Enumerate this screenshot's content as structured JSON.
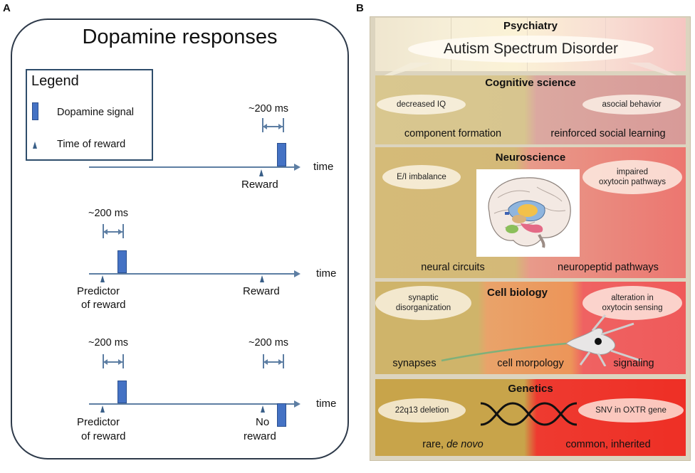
{
  "panel_a": {
    "letter": "A",
    "title": "Dopamine responses",
    "legend": {
      "title": "Legend",
      "signal_label": "Dopamine signal",
      "reward_label": "Time of reward"
    },
    "row1": {
      "delay": "~200 ms",
      "reward": "Reward",
      "axis": "time"
    },
    "row2": {
      "delay": "~200 ms",
      "predictor_line1": "Predictor",
      "predictor_line2": "of reward",
      "reward": "Reward",
      "axis": "time"
    },
    "row3": {
      "delay_left": "~200 ms",
      "delay_right": "~200 ms",
      "predictor_line1": "Predictor",
      "predictor_line2": "of reward",
      "no_reward_line1": "No",
      "no_reward_line2": "reward",
      "axis": "time"
    },
    "colors": {
      "signal": "#4472c4",
      "frame": "#2e3a4a",
      "axis": "#5d7ea3"
    }
  },
  "panel_b": {
    "letter": "B",
    "psychiatry": {
      "title": "Psychiatry",
      "disorder": "Autism Spectrum Disorder"
    },
    "cognitive": {
      "title": "Cognitive science",
      "left_ellipse": "decreased IQ",
      "right_ellipse": "asocial behavior",
      "left_caption": "component formation",
      "right_caption": "reinforced social learning"
    },
    "neuroscience": {
      "title": "Neuroscience",
      "left_ellipse": "E/I imbalance",
      "right_ellipse_line1": "impaired",
      "right_ellipse_line2": "oxytocin pathways",
      "left_caption": "neural circuits",
      "right_caption": "neuropeptid pathways",
      "image_icon": "brain-icon"
    },
    "cell_biology": {
      "title": "Cell biology",
      "left_ellipse_line1": "synaptic",
      "left_ellipse_line2": "disorganization",
      "right_ellipse_line1": "alteration in",
      "right_ellipse_line2": "oxytocin sensing",
      "caption_left": "synapses",
      "caption_mid": "cell morpology",
      "caption_right": "signaling",
      "image_icon": "neuron-icon"
    },
    "genetics": {
      "title": "Genetics",
      "left_ellipse": "22q13 deletion",
      "right_ellipse": "SNV in OXTR gene",
      "left_caption_plain": "rare, ",
      "left_caption_italic": "de novo",
      "right_caption": "common, inherited",
      "image_icon": "dna-icon"
    }
  }
}
